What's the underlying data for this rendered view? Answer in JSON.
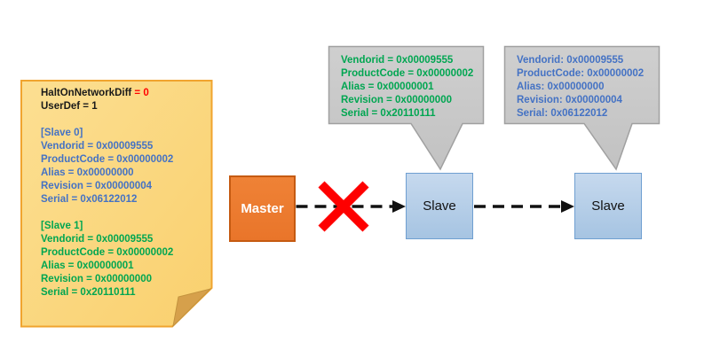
{
  "colors": {
    "black": "#1a1a1a",
    "red": "#ff0000",
    "blue": "#4472c4",
    "green": "#00a651",
    "note_fill": "#fbd97e",
    "note_border": "#f0a42f",
    "note_fold": "#d6a04b",
    "master_fill": "#ed7d31",
    "master_border": "#c55a11",
    "slave_fill": "#b8cfe8",
    "slave_border": "#6f9fd1",
    "bubble_fill": "#c8c8c8",
    "bubble_border": "#a0a0a0",
    "arrow_black": "#111111",
    "cross_red": "#fe0000"
  },
  "nodes": {
    "master_label": "Master",
    "slave1_label": "Slave",
    "slave2_label": "Slave"
  },
  "note": {
    "lines": [
      {
        "gap": false,
        "segments": [
          {
            "t": "HaltOnNetworkDiff ",
            "c": "black"
          },
          {
            "t": "= 0",
            "c": "red"
          }
        ]
      },
      {
        "gap": false,
        "segments": [
          {
            "t": "UserDef = 1",
            "c": "black"
          }
        ]
      },
      {
        "gap": true,
        "segments": [
          {
            "t": "[Slave 0]",
            "c": "blue"
          }
        ]
      },
      {
        "gap": false,
        "segments": [
          {
            "t": "Vendorid = 0x00009555",
            "c": "blue"
          }
        ]
      },
      {
        "gap": false,
        "segments": [
          {
            "t": "ProductCode = 0x00000002",
            "c": "blue"
          }
        ]
      },
      {
        "gap": false,
        "segments": [
          {
            "t": "Alias = 0x00000000",
            "c": "blue"
          }
        ]
      },
      {
        "gap": false,
        "segments": [
          {
            "t": "Revision = 0x00000004",
            "c": "blue"
          }
        ]
      },
      {
        "gap": false,
        "segments": [
          {
            "t": "Serial = 0x06122012",
            "c": "blue"
          }
        ]
      },
      {
        "gap": true,
        "segments": [
          {
            "t": "[Slave 1]",
            "c": "green"
          }
        ]
      },
      {
        "gap": false,
        "segments": [
          {
            "t": "Vendorid = 0x00009555",
            "c": "green"
          }
        ]
      },
      {
        "gap": false,
        "segments": [
          {
            "t": "ProductCode = 0x00000002",
            "c": "green"
          }
        ]
      },
      {
        "gap": false,
        "segments": [
          {
            "t": "Alias = 0x00000001",
            "c": "green"
          }
        ]
      },
      {
        "gap": false,
        "segments": [
          {
            "t": "Revision = 0x00000000",
            "c": "green"
          }
        ]
      },
      {
        "gap": false,
        "segments": [
          {
            "t": "Serial = 0x20110111",
            "c": "green"
          }
        ]
      }
    ]
  },
  "bubbles": [
    {
      "color": "green",
      "lines": [
        "Vendorid = 0x00009555",
        "ProductCode = 0x00000002",
        "Alias = 0x00000001",
        "Revision = 0x00000000",
        "Serial = 0x20110111"
      ]
    },
    {
      "color": "blue",
      "lines": [
        "Vendorid: 0x00009555",
        "ProductCode: 0x00000002",
        "Alias: 0x00000000",
        "Revision: 0x00000004",
        "Serial: 0x06122012"
      ]
    }
  ]
}
